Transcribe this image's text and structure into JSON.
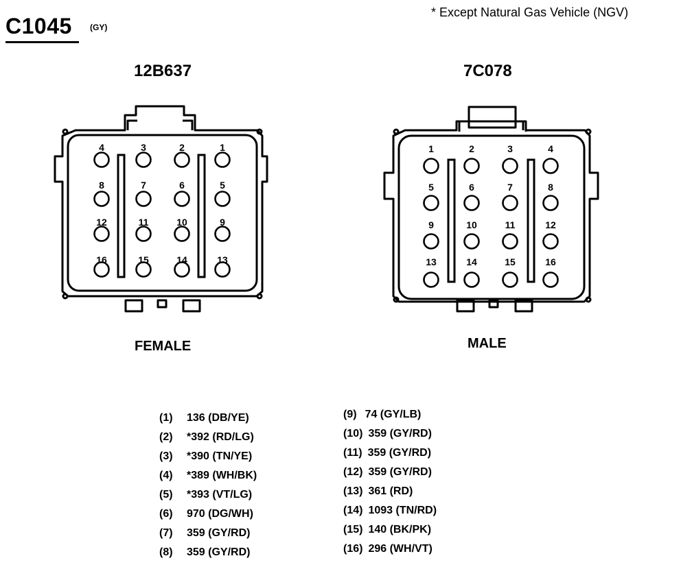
{
  "header": {
    "connector_id": "C1045",
    "connector_color": "(GY)",
    "note": "* Except Natural Gas Vehicle (NGV)"
  },
  "female_connector": {
    "part_number": "12B637",
    "label": "FEMALE",
    "rows": [
      [
        "4",
        "3",
        "2",
        "1"
      ],
      [
        "8",
        "7",
        "6",
        "5"
      ],
      [
        "12",
        "11",
        "10",
        "9"
      ],
      [
        "16",
        "15",
        "14",
        "13"
      ]
    ]
  },
  "male_connector": {
    "part_number": "7C078",
    "label": "MALE",
    "rows": [
      [
        "1",
        "2",
        "3",
        "4"
      ],
      [
        "5",
        "6",
        "7",
        "8"
      ],
      [
        "9",
        "10",
        "11",
        "12"
      ],
      [
        "13",
        "14",
        "15",
        "16"
      ]
    ]
  },
  "pinout": [
    {
      "pin": "(1)",
      "wire": "136 (DB/YE)"
    },
    {
      "pin": "(2)",
      "wire": "*392 (RD/LG)"
    },
    {
      "pin": "(3)",
      "wire": "*390 (TN/YE)"
    },
    {
      "pin": "(4)",
      "wire": "*389 (WH/BK)"
    },
    {
      "pin": "(5)",
      "wire": "*393 (VT/LG)"
    },
    {
      "pin": "(6)",
      "wire": "970 (DG/WH)"
    },
    {
      "pin": "(7)",
      "wire": "359 (GY/RD)"
    },
    {
      "pin": "(8)",
      "wire": "359 (GY/RD)"
    },
    {
      "pin": "(9)",
      "wire": "74 (GY/LB)"
    },
    {
      "pin": "(10)",
      "wire": "359 (GY/RD)"
    },
    {
      "pin": "(11)",
      "wire": "359 (GY/RD)"
    },
    {
      "pin": "(12)",
      "wire": "359 (GY/RD)"
    },
    {
      "pin": "(13)",
      "wire": "361 (RD)"
    },
    {
      "pin": "(14)",
      "wire": "1093 (TN/RD)"
    },
    {
      "pin": "(15)",
      "wire": "140 (BK/PK)"
    },
    {
      "pin": "(16)",
      "wire": "296 (WH/VT)"
    }
  ]
}
